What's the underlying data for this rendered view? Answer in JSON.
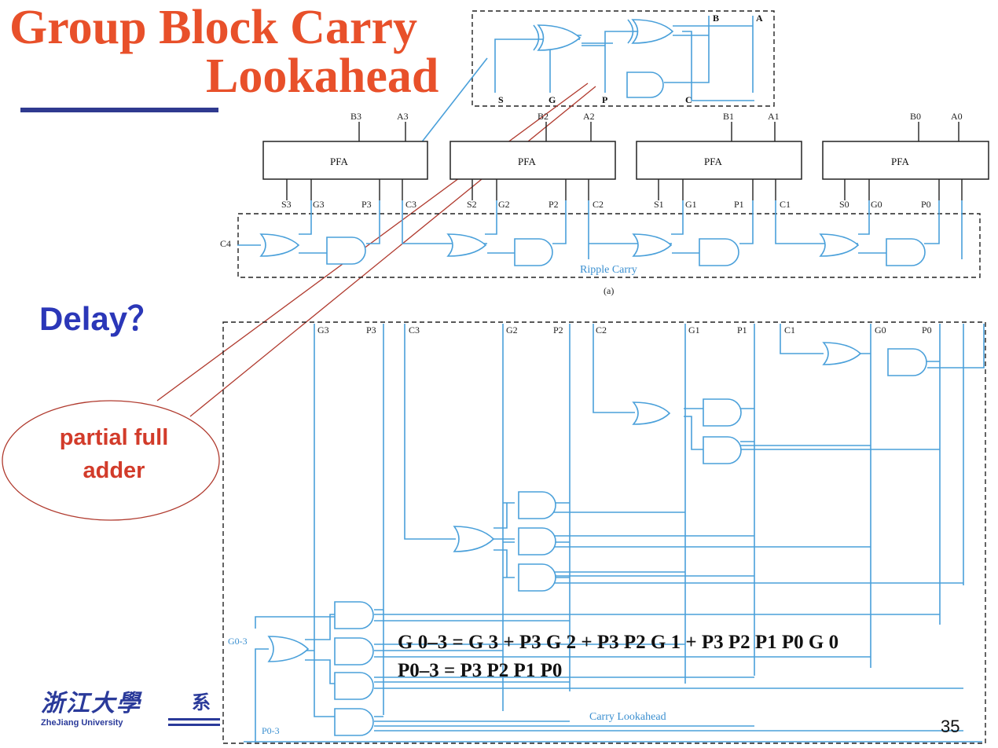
{
  "slide": {
    "title_line1": "Group Block Carry",
    "title_line2": "Lookahead",
    "delay_label": "Delay？",
    "callout_text": "partial full adder",
    "page_number": "35",
    "university_cn": "浙江大學",
    "university_en": "ZheJiang University",
    "university_extra": "系"
  },
  "colors": {
    "title": "#e8502a",
    "wire": "#4aa0da",
    "callout_border": "#b03a2e",
    "delay": "#2b37b8"
  },
  "pfa_detail": {
    "inputs": [
      "B",
      "A"
    ],
    "outputs": [
      "S",
      "G",
      "P",
      "C"
    ]
  },
  "ripple_carry": {
    "caption": "Ripple Carry",
    "figure_label": "(a)",
    "carry_in_label": "C4",
    "blocks": [
      {
        "label": "PFA",
        "inputs": [
          "B3",
          "A3"
        ],
        "outputs": [
          "S3",
          "G3",
          "P3",
          "C3"
        ]
      },
      {
        "label": "PFA",
        "inputs": [
          "B2",
          "A2"
        ],
        "outputs": [
          "S2",
          "G2",
          "P2",
          "C2"
        ]
      },
      {
        "label": "PFA",
        "inputs": [
          "B1",
          "A1"
        ],
        "outputs": [
          "S1",
          "G1",
          "P1",
          "C1"
        ]
      },
      {
        "label": "PFA",
        "inputs": [
          "B0",
          "A0"
        ],
        "outputs": [
          "S0",
          "G0",
          "P0",
          ""
        ]
      }
    ]
  },
  "carry_lookahead": {
    "caption": "Carry Lookahead",
    "top_labels": [
      "G3",
      "P3",
      "C3",
      "G2",
      "P2",
      "C2",
      "G1",
      "P1",
      "C1",
      "G0",
      "P0"
    ],
    "side_labels": [
      "G0-3",
      "P0-3"
    ]
  },
  "equations": {
    "g_line": "G 0–3 = G 3 + P3 G 2 + P3 P2 G 1 + P3 P2 P1 P0 G 0",
    "p_line": "P0–3 = P3 P2 P1 P0"
  }
}
